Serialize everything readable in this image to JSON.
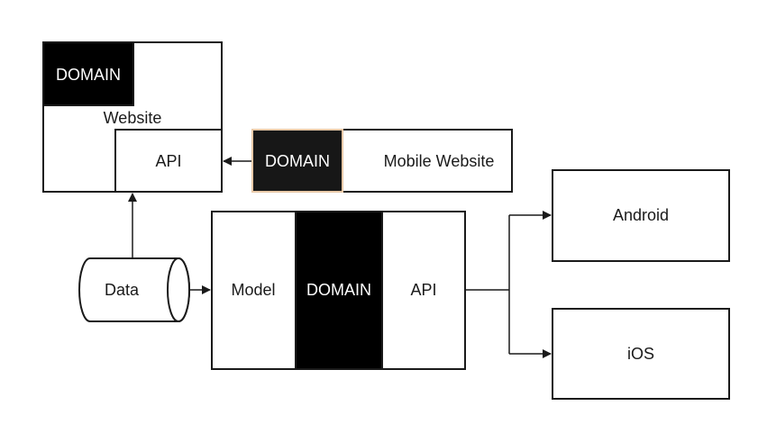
{
  "colors": {
    "stroke": "#1a1a1a",
    "domain_fill": "#000000",
    "mobile_domain_fill": "#171717",
    "mobile_domain_border": "#e8c9a8",
    "background": "#ffffff"
  },
  "website": {
    "domain_label": "DOMAIN",
    "title": "Website",
    "api_label": "API"
  },
  "mobile": {
    "domain_label": "DOMAIN",
    "title": "Mobile Website"
  },
  "data_store": {
    "label": "Data"
  },
  "backend": {
    "model_label": "Model",
    "domain_label": "DOMAIN",
    "api_label": "API"
  },
  "clients": {
    "android_label": "Android",
    "ios_label": "iOS"
  }
}
